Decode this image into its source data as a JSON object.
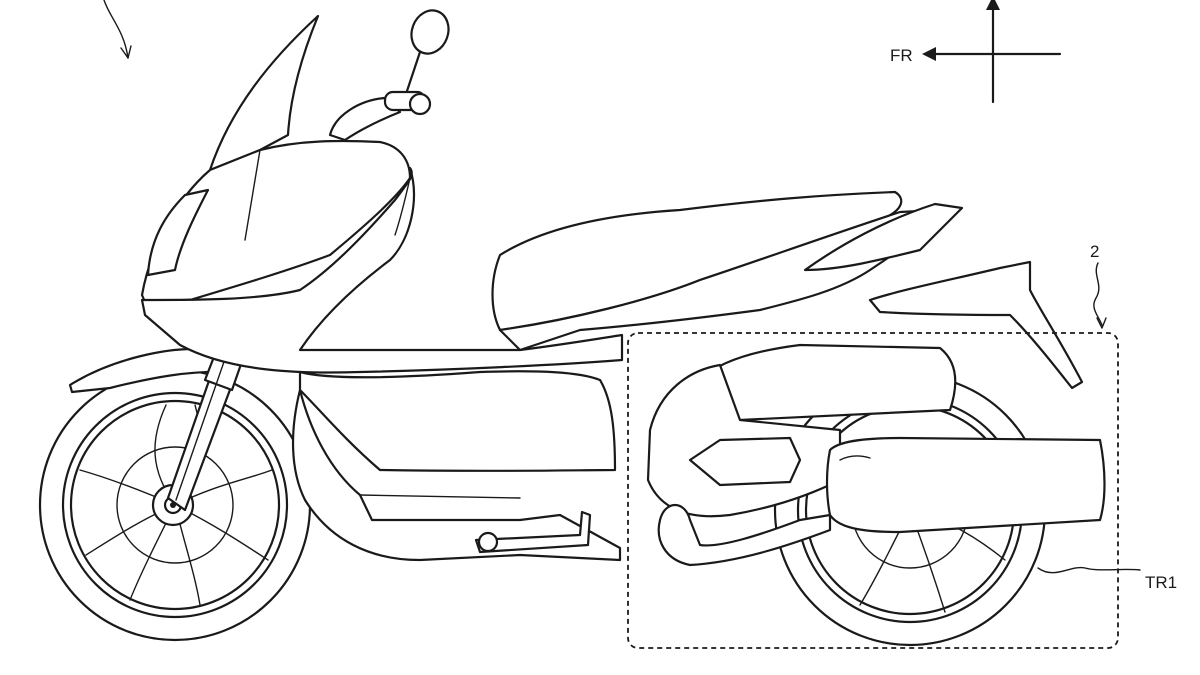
{
  "labels": {
    "direction": "FR",
    "region_ref": "2",
    "part_ref": "TR1"
  },
  "colors": {
    "line": "#1a1a1a",
    "background": "#ffffff"
  }
}
